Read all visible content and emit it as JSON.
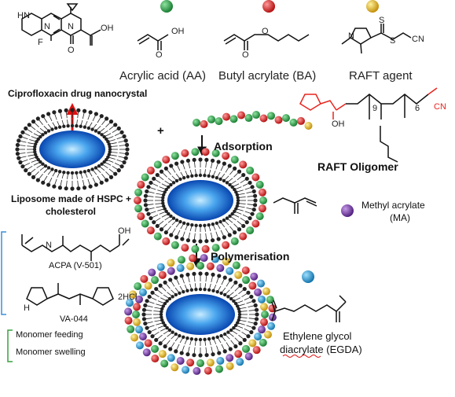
{
  "labels": {
    "acrylic_acid": "Acrylic acid (AA)",
    "butyl_acrylate": "Butyl acrylate (BA)",
    "raft_agent": "RAFT agent",
    "cipro": "Ciprofloxacin drug nanocrystal",
    "plus": "+",
    "adsorption": "Adsorption",
    "raft_oligomer": "RAFT Oligomer",
    "liposome_line1": "Liposome made of HSPC +",
    "liposome_line2": "cholesterol",
    "methyl_acrylate_line1": "Methyl acrylate",
    "methyl_acrylate_line2": "(MA)",
    "polymerisation": "Polymerisation",
    "acpa": "ACPA (V-501)",
    "va044": "VA-044",
    "twohcl": "2HCl",
    "monomer_feeding": "Monomer feeding",
    "monomer_swelling": "Monomer swelling",
    "egda_line1": "Ethylene glycol",
    "egda_line2": "diacrylate (EGDA)"
  },
  "structure_text": {
    "f": "F",
    "n1": "N",
    "n2": "N",
    "hn": "HN",
    "oh": "OH",
    "o": "O",
    "s": "S",
    "cn": "CN",
    "nh": "H",
    "sub9": "9",
    "sub6": "6"
  },
  "colors": {
    "aa": "#1b9a3c",
    "ba": "#d01010",
    "raft": "#e0b400",
    "ma": "#6b2a9a",
    "egda": "#1a8ac0",
    "core_center": "#a8d8ff",
    "core_edge": "#0a58c8",
    "arrow_red": "#e01010",
    "bracket": "#3a8fd6",
    "bracket_green": "#3aa040",
    "raft_red": "#e8251f"
  }
}
